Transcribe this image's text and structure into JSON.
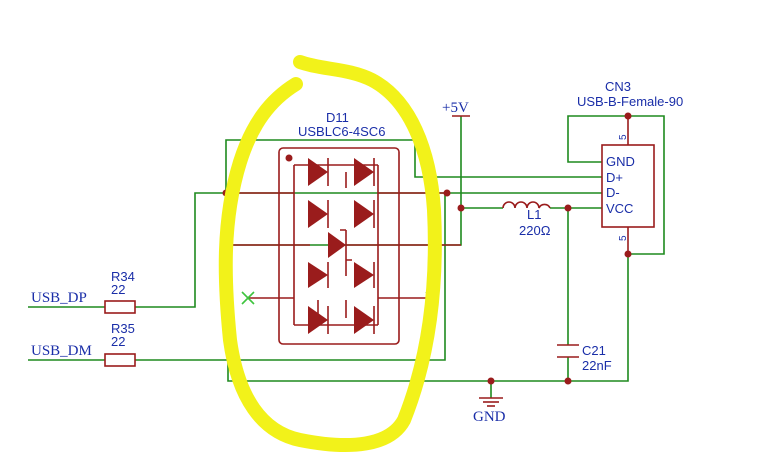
{
  "net_labels": {
    "usb_dp": "USB_DP",
    "usb_dm": "USB_DM",
    "vcc": "+5V",
    "gnd": "GND"
  },
  "r34": {
    "ref": "R34",
    "value": "22"
  },
  "r35": {
    "ref": "R35",
    "value": "22"
  },
  "d11": {
    "ref": "D11",
    "value": "USBLC6-4SC6"
  },
  "l1": {
    "ref": "L1",
    "value": "220Ω"
  },
  "c21": {
    "ref": "C21",
    "value": "22nF"
  },
  "cn3": {
    "ref": "CN3",
    "value": "USB-B-Female-90",
    "pins": [
      "GND",
      "D+",
      "D-",
      "VCC"
    ],
    "shield_top": "5",
    "shield_bottom": "5"
  },
  "colors": {
    "wire": "#1e8a1e",
    "component": "#9a1c1c",
    "text": "#1a2ea8",
    "highlight": "#f2f21a"
  }
}
